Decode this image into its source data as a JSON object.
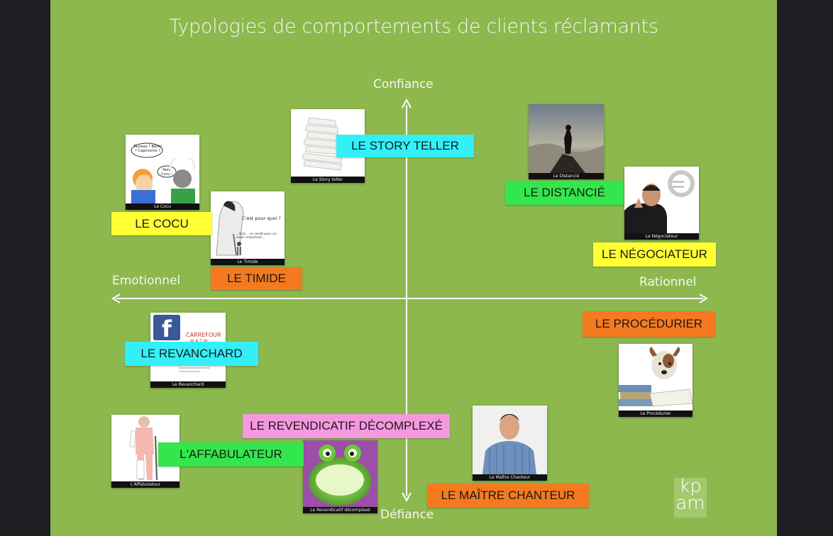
{
  "title": "Typologies de comportements de clients réclamants",
  "axes": {
    "top": "Confiance",
    "bottom": "Défiance",
    "left": "Emotionnel",
    "right": "Rationnel"
  },
  "photos": {
    "cocu": "Le Cocu",
    "story_teller": "Le Story teller",
    "distancie": "Le Distancié",
    "timide": "Le Timide",
    "negociateur": "Le Négociateur",
    "revanchard": "Le Revanchard",
    "procedurier": "Le Procédurier",
    "affabulateur": "L'Affabulateur",
    "revendicatif": "Le Revendicatif décomplexé",
    "maitre_chanteur": "Le Maître Chanteur"
  },
  "photo_texts": {
    "cocu_bubble1": "Taureau ? Bélier ? Capricorne ?",
    "cocu_bubble2": "Non, Cocu !",
    "timide_line1": "C'est pour quoi ?",
    "timide_line2": "...Euh... ce serait pour un souci important..."
  },
  "tags": {
    "cocu": "LE COCU",
    "story_teller": "LE STORY TELLER",
    "distancie": "LE DISTANCIÉ",
    "timide": "LE TIMIDE",
    "negociateur": "LE NÉGOCIATEUR",
    "revanchard": "LE REVANCHARD",
    "procedurier": "LE PROCÉDURIER",
    "revendicatif": "LE REVENDICATIF DÉCOMPLEXÉ",
    "affabulateur": "L'AFFABULATEUR",
    "maitre_chanteur": "LE MAÎTRE CHANTEUR"
  },
  "logo": {
    "line1": "kp",
    "line2": "am"
  },
  "colors": {
    "background": "#8cb84e",
    "yellow": "#ffff33",
    "cyan": "#33f0f8",
    "green": "#33e64d",
    "orange": "#f57a1f",
    "pink": "#f598e0"
  }
}
